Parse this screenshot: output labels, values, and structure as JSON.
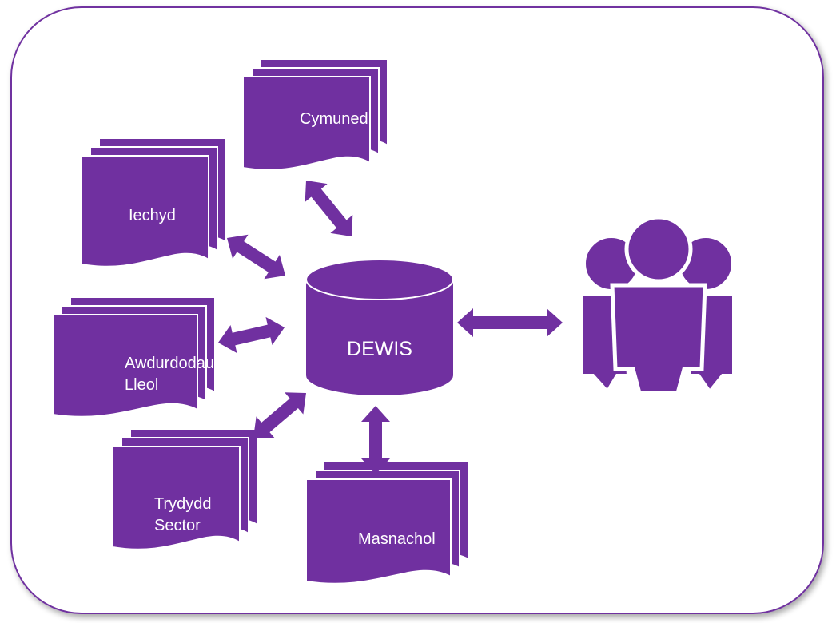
{
  "colors": {
    "accent": "#7030a0",
    "frame_border": "#7030a0",
    "background": "#ffffff"
  },
  "hub": {
    "label": "DEWIS",
    "icon": "database-cylinder-icon"
  },
  "sources": [
    {
      "id": "cymuned",
      "lines": [
        "Cymuned"
      ]
    },
    {
      "id": "iechyd",
      "lines": [
        "Iechyd"
      ]
    },
    {
      "id": "awdurdodau-lleol",
      "lines": [
        "Awdurdodau",
        "Lleol"
      ]
    },
    {
      "id": "trydydd-sector",
      "lines": [
        "Trydydd",
        "Sector"
      ]
    },
    {
      "id": "masnachol",
      "lines": [
        "Masnachol"
      ]
    }
  ],
  "users": {
    "icon": "users-group-icon"
  },
  "connectors": {
    "icon": "double-arrow-icon",
    "count": 6
  }
}
